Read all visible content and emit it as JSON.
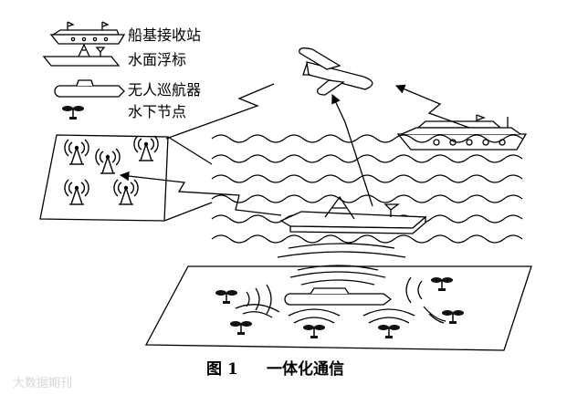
{
  "legend": [
    {
      "icon": "ship-icon",
      "label": "船基接收站"
    },
    {
      "icon": "surface-buoy-icon",
      "label": "水面浮标"
    },
    {
      "icon": "auv-icon",
      "label": "无人巡航器"
    },
    {
      "icon": "underwater-node-icon",
      "label": "水下节点"
    }
  ],
  "caption": {
    "number": "图 1",
    "title": "一体化通信"
  },
  "watermark": "大数据期刊"
}
